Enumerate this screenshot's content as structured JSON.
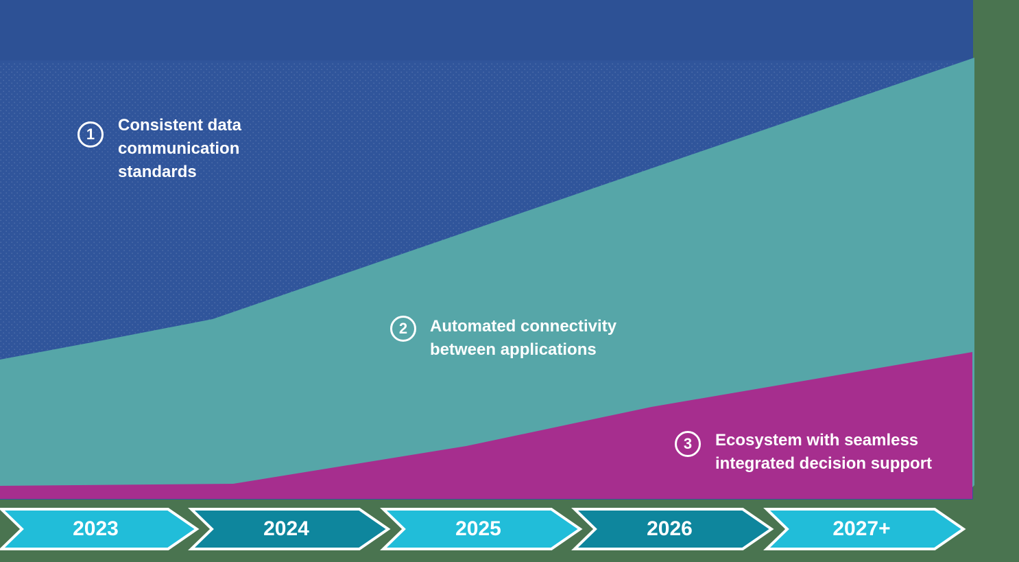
{
  "slide": {
    "description": "Roadmap diagram with three stacked phases rising over a five-year timeline"
  },
  "phases": [
    {
      "number": "1",
      "label": "Consistent data communication standards"
    },
    {
      "number": "2",
      "label": "Automated connectivity between applications"
    },
    {
      "number": "3",
      "label": "Ecosystem with seamless integrated decision support"
    }
  ],
  "timeline": {
    "years": [
      "2023",
      "2024",
      "2025",
      "2026",
      "2027+"
    ]
  },
  "colors": {
    "background_green": "#4a7450",
    "phase1_band_blue": "#2d5195",
    "phase1_blue": "#30559b",
    "phase2_teal": "#56a6a8",
    "phase3_magenta": "#a62e8e",
    "chevron_cyan": "#21bdd9",
    "chevron_dark_teal": "#0e869d",
    "outline_white": "#ffffff"
  }
}
